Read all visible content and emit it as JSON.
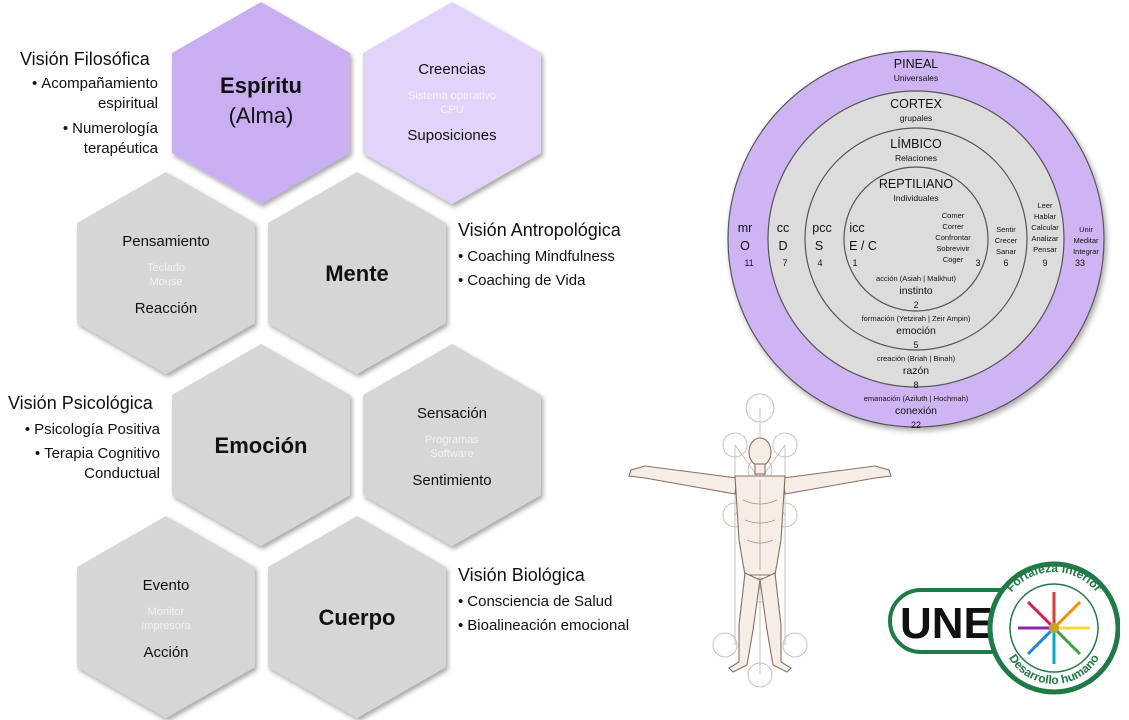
{
  "hexagons": {
    "espiritu": {
      "title": "Espíritu",
      "subtitle": "(Alma)"
    },
    "creencias": {
      "top": "Creencias",
      "mid1": "Sistema operativo",
      "mid2": "CPU",
      "bottom": "Suposiciones"
    },
    "pensamiento": {
      "top": "Pensamiento",
      "mid1": "Teclado",
      "mid2": "Mouse",
      "bottom": "Reacción"
    },
    "mente": {
      "title": "Mente"
    },
    "emocion": {
      "title": "Emoción"
    },
    "sensacion": {
      "top": "Sensación",
      "mid1": "Programas",
      "mid2": "Software",
      "bottom": "Sentimiento"
    },
    "evento": {
      "top": "Evento",
      "mid1": "Monitor",
      "mid2": "Impresora",
      "bottom": "Acción"
    },
    "cuerpo": {
      "title": "Cuerpo"
    }
  },
  "visions": {
    "filosofica": {
      "title": "Visión Filosófica",
      "items": [
        "Acompañamiento",
        "espiritual",
        "Numerología",
        "terapéutica"
      ]
    },
    "antropologica": {
      "title": "Visión Antropológica",
      "items": [
        "Coaching Mindfulness",
        "Coaching de Vida"
      ]
    },
    "psicologica": {
      "title": "Visión Psicológica",
      "items": [
        "Psicología Positiva",
        "Terapia Cognitivo",
        "Conductual"
      ]
    },
    "biologica": {
      "title": "Visión Biológica",
      "items": [
        "Consciencia de Salud",
        "Bioalineación emocional"
      ]
    }
  },
  "brain": {
    "pineal": {
      "title": "PINEAL",
      "sub": "Universales"
    },
    "cortex": {
      "title": "CORTEX",
      "sub": "grupales"
    },
    "limbico": {
      "title": "LÍMBICO",
      "sub": "Relaciones"
    },
    "reptiliano": {
      "title": "REPTILIANO",
      "sub": "Individuales"
    },
    "left_cols": [
      {
        "a": "mr",
        "b": "O",
        "n": "11"
      },
      {
        "a": "cc",
        "b": "D",
        "n": "7"
      },
      {
        "a": "pcc",
        "b": "S",
        "n": "4"
      },
      {
        "a": "icc",
        "b": "E / C",
        "n": "1"
      }
    ],
    "right_cols": [
      {
        "lines": [
          "Comer",
          "Correr",
          "Confrontar",
          "Sobrevivir",
          "Coger"
        ],
        "n": "3"
      },
      {
        "lines": [
          "Sentir",
          "Crecer",
          "Sanar"
        ],
        "n": "6"
      },
      {
        "lines": [
          "Leer",
          "Hablar",
          "Calcular",
          "Analizar",
          "Pensar"
        ],
        "n": "9"
      },
      {
        "lines": [
          "Unir",
          "Meditar",
          "Integrar"
        ],
        "n": "33"
      }
    ],
    "bottom": [
      {
        "sub": "acción (Asiah | Malkhut)",
        "main": "instinto",
        "n": "2"
      },
      {
        "sub": "formación (Yetzirah | Zeir Ampin)",
        "main": "emoción",
        "n": "5"
      },
      {
        "sub": "creación (Briah | Binah)",
        "main": "razón",
        "n": "8"
      },
      {
        "sub": "emanación (Aziluth | Hochmah)",
        "main": "conexión",
        "n": "22"
      }
    ]
  },
  "logo": {
    "text": "UNE",
    "ring_top": "Fortaleza interior",
    "ring_bottom": "Desarrollo humano"
  },
  "colors": {
    "purple_dark": "#c9aef2",
    "purple_light": "#e1d3fa",
    "gray_hex": "#d6d6d6",
    "ring_purple": "#cfb4f4",
    "ring_gray": "#dcdcdc",
    "logo_green": "#1f7a45"
  }
}
